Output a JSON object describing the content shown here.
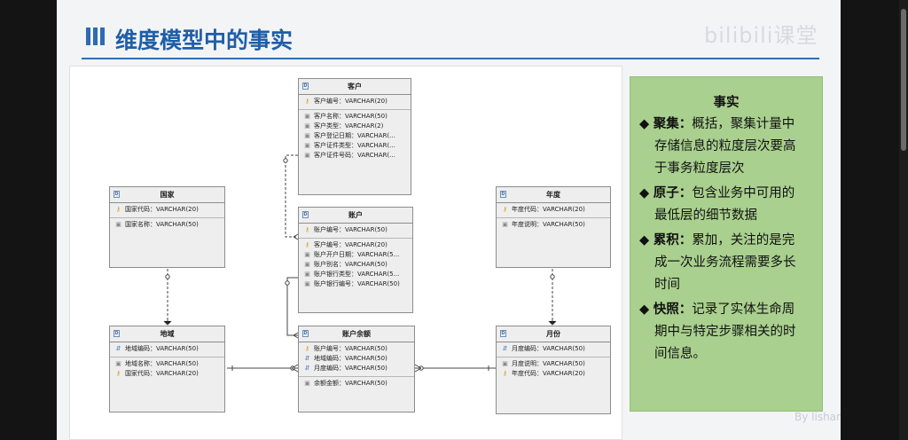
{
  "slide_title": "维度模型中的事实",
  "watermark": "bilibili课堂",
  "author": "By lishan",
  "tables": {
    "customer": {
      "name": "客户",
      "sections": [
        [
          {
            "icon": "key",
            "text": "客户编号：VARCHAR(20)"
          }
        ],
        [
          {
            "icon": "col",
            "text": "客户名称：VARCHAR(50)"
          },
          {
            "icon": "col",
            "text": "客户类型：VARCHAR(2)"
          },
          {
            "icon": "col",
            "text": "客户登记日期：VARCHAR(..."
          },
          {
            "icon": "col",
            "text": "客户证件类型：VARCHAR(..."
          },
          {
            "icon": "col",
            "text": "客户证件号码：VARCHAR(..."
          }
        ]
      ]
    },
    "country": {
      "name": "国家",
      "sections": [
        [
          {
            "icon": "key",
            "text": "国家代码：VARCHAR(20)"
          }
        ],
        [
          {
            "icon": "col",
            "text": "国家名称：VARCHAR(50)"
          }
        ]
      ]
    },
    "account": {
      "name": "账户",
      "sections": [
        [
          {
            "icon": "key",
            "text": "账户编号：VARCHAR(50)"
          }
        ],
        [
          {
            "icon": "key",
            "text": "客户编号：VARCHAR(20)"
          },
          {
            "icon": "col",
            "text": "账户开户日期：VARCHAR(5..."
          },
          {
            "icon": "col",
            "text": "账户别名：VARCHAR(50)"
          },
          {
            "icon": "col",
            "text": "账户银行类型：VARCHAR(5..."
          },
          {
            "icon": "col",
            "text": "账户银行编号：VARCHAR(50)"
          }
        ]
      ]
    },
    "year": {
      "name": "年度",
      "sections": [
        [
          {
            "icon": "key",
            "text": "年度代码：VARCHAR(20)"
          }
        ],
        [
          {
            "icon": "col",
            "text": "年度说明：VARCHAR(50)"
          }
        ]
      ]
    },
    "region": {
      "name": "地域",
      "sections": [
        [
          {
            "icon": "lnk",
            "text": "地域编码：VARCHAR(50)"
          }
        ],
        [
          {
            "icon": "col",
            "text": "地域名称：VARCHAR(50)"
          },
          {
            "icon": "key",
            "text": "国家代码：VARCHAR(20)"
          }
        ]
      ]
    },
    "balance": {
      "name": "账户余额",
      "sections": [
        [
          {
            "icon": "key",
            "text": "账户编号：VARCHAR(50)"
          },
          {
            "icon": "lnk",
            "text": "地域编码：VARCHAR(50)"
          },
          {
            "icon": "lnk",
            "text": "月度编码：VARCHAR(50)"
          }
        ],
        [
          {
            "icon": "col",
            "text": "余额金额：VARCHAR(50)"
          }
        ]
      ]
    },
    "month": {
      "name": "月份",
      "sections": [
        [
          {
            "icon": "lnk",
            "text": "月度编码：VARCHAR(50)"
          }
        ],
        [
          {
            "icon": "col",
            "text": "月度说明：VARCHAR(50)"
          },
          {
            "icon": "key",
            "text": "年度代码：VARCHAR(20)"
          }
        ]
      ]
    }
  },
  "panel": {
    "title": "事实",
    "items": [
      {
        "label": "聚集：",
        "line1": "概括，聚集计量中",
        "rest": [
          "存储信息的粒度层次要高",
          "于事务粒度层次"
        ]
      },
      {
        "label": "原子：",
        "line1": "包含业务中可用的",
        "rest": [
          "最低层的细节数据"
        ]
      },
      {
        "label": "累积：",
        "line1": "累加，关注的是完",
        "rest": [
          "成一次业务流程需要多长",
          "时间"
        ]
      },
      {
        "label": "快照：",
        "line1": "记录了实体生命周",
        "rest": [
          "期中与特定步骤相关的时",
          "间信息。"
        ]
      }
    ]
  },
  "icons": {
    "key": "key-icon",
    "col": "column-icon",
    "lnk": "link-key-icon",
    "bullet": "◆"
  }
}
